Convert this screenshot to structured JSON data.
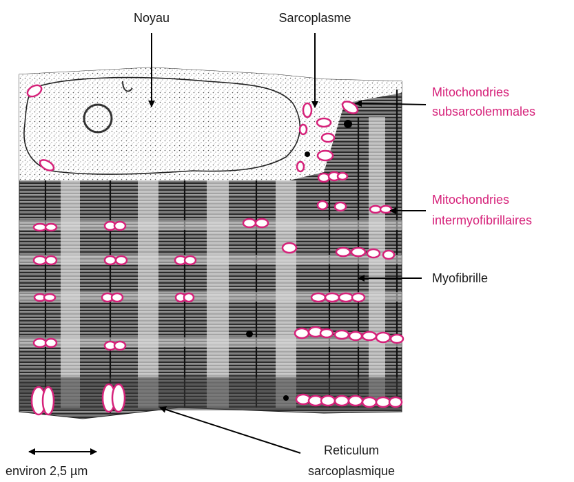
{
  "labels": {
    "noyau": "Noyau",
    "sarcoplasme": "Sarcoplasme",
    "mito_sub_line1": "Mitochondries",
    "mito_sub_line2": "subsarcolemmales",
    "mito_inter_line1": "Mitochondries",
    "mito_inter_line2": "intermyofibrillaires",
    "myofibrille": "Myofibrille",
    "reticulum_line1": "Reticulum",
    "reticulum_line2": "sarcoplasmique",
    "scale": "environ 2,5 µm"
  },
  "colors": {
    "highlight": "#d6227a",
    "text": "#1a1a1a",
    "mitochondria_fill": "#ffffff",
    "mitochondria_stroke": "#d6227a"
  }
}
